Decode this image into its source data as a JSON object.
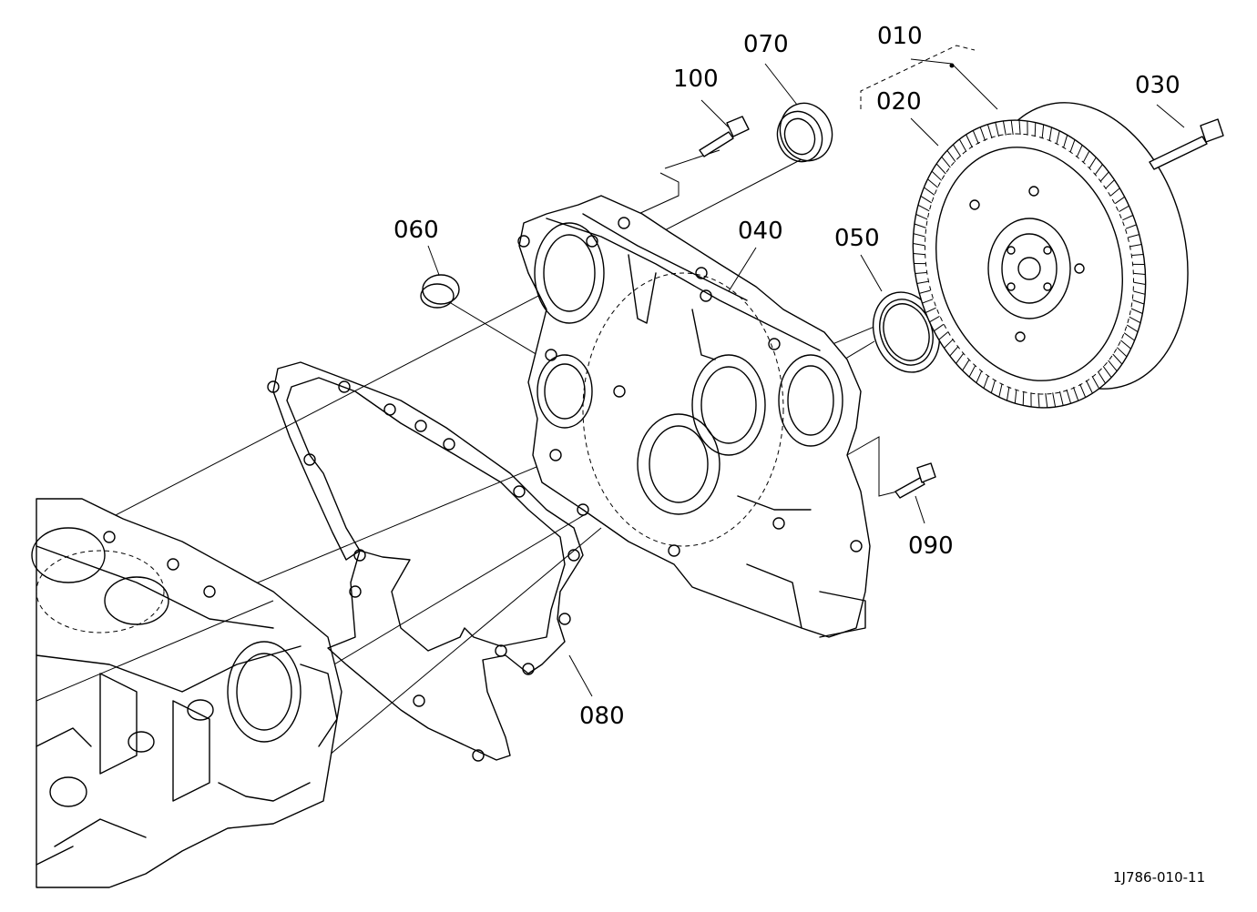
{
  "callouts": {
    "c010": "010",
    "c020": "020",
    "c030": "030",
    "c040": "040",
    "c050": "050",
    "c060": "060",
    "c070": "070",
    "c080": "080",
    "c090": "090",
    "c100": "100"
  },
  "diagram_code": "1J786-010-11"
}
